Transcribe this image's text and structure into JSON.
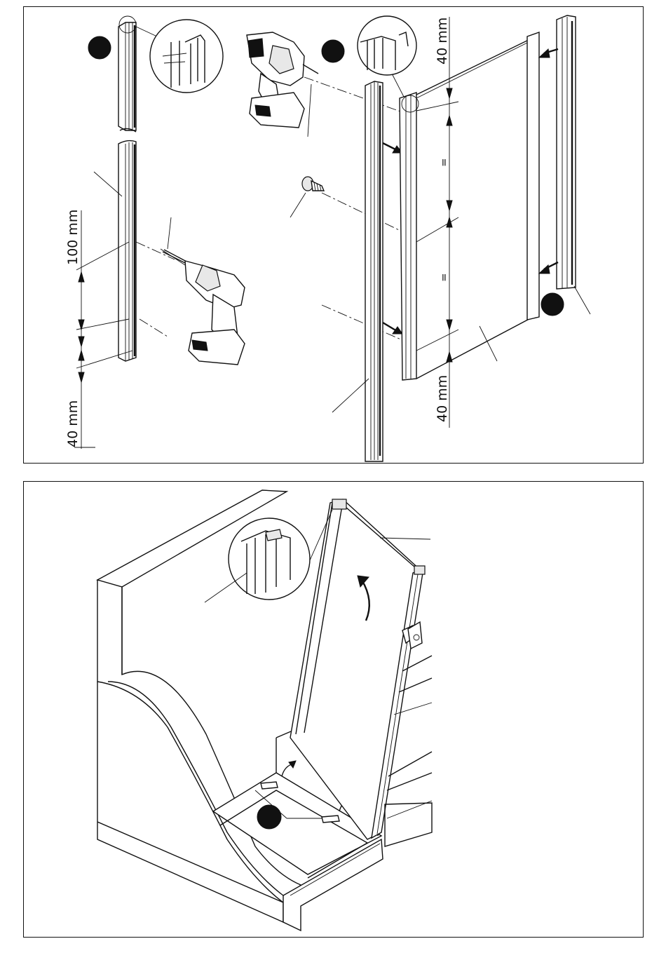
{
  "panels": {
    "top": {
      "dimensions": {
        "left_top": "100 mm",
        "left_bottom": "40 mm",
        "right_top": "40 mm",
        "right_bottom": "40 mm",
        "equal_upper": "=",
        "equal_lower": "="
      }
    },
    "bottom": {}
  },
  "colors": {
    "ink": "#111111",
    "paper": "#ffffff",
    "shade": "#e8e8e8"
  },
  "icons": [
    "step-marker-icon",
    "drill-icon",
    "screw-icon",
    "arrow-icon",
    "hand-icon",
    "magnifier-callout-icon"
  ]
}
